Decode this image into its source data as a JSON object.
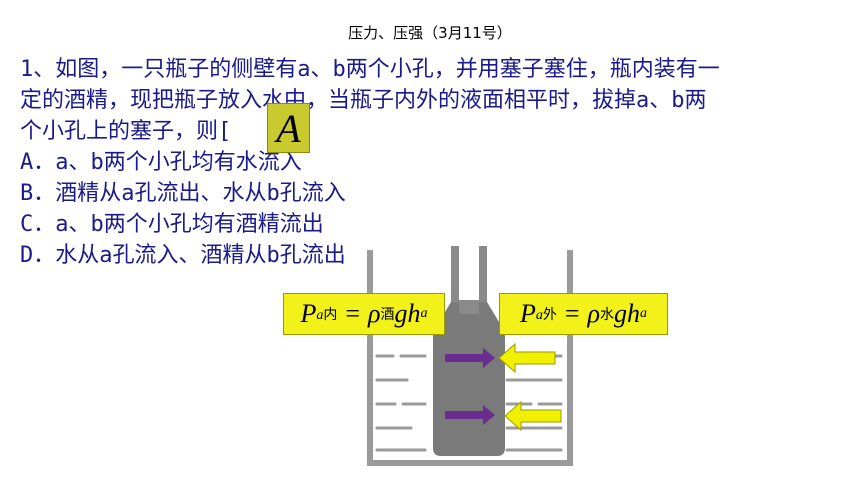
{
  "title": "压力、压强（3月11号）",
  "question": {
    "line1": "1、如图，一只瓶子的侧壁有a、b两个小孔，并用塞子塞住，瓶内装有一",
    "line2": "定的酒精，现把瓶子放入水中，当瓶子内外的液面相平时，拔掉a、b两",
    "line3": "个小孔上的塞子，则["
  },
  "options": [
    "A．a、b两个小孔均有水流入",
    "B．酒精从a孔流出、水从b孔流入",
    "C．a、b两个小孔均有酒精流出",
    "D．水从a孔流入、酒精从b孔流出"
  ],
  "answer": "A",
  "formula_inner": {
    "p": "P",
    "p_sub_var": "a",
    "p_sub": "内",
    "eq": "=",
    "rho": "ρ",
    "rho_sub": "酒",
    "gh": "gh",
    "h_sub": "a"
  },
  "formula_outer": {
    "p": "P",
    "p_sub_var": "a",
    "p_sub": "外",
    "eq": "=",
    "rho": "ρ",
    "rho_sub": "水",
    "gh": "gh",
    "h_sub": "a"
  },
  "colors": {
    "question_text": "#1a1a8c",
    "formula_bg": "#f2f21a",
    "answer_bg": "#c9c930",
    "arrow_purple": "#6a2d8f",
    "arrow_yellow": "#f0f000",
    "bottle": "#7a7a7a"
  }
}
